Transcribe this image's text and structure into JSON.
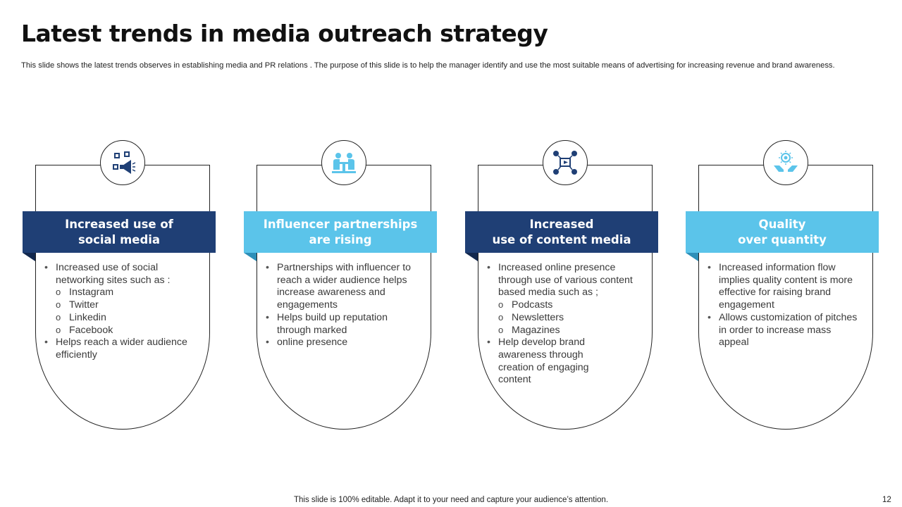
{
  "slide": {
    "title": "Latest trends in media outreach strategy",
    "subtitle": "This slide shows the latest trends observes in establishing media and PR relations . The purpose of this slide is to help the manager identify and use the most suitable means of advertising for increasing revenue and brand awareness.",
    "footer": "This slide is 100% editable. Adapt it to your need and capture your audience’s attention.",
    "page_number": "12"
  },
  "colors": {
    "dark_blue": "#1f3f75",
    "light_blue": "#5bc4ea"
  },
  "cards": [
    {
      "heading": "Increased use of\nsocial media",
      "icon": "social-media-megaphone-icon",
      "lines": [
        {
          "level": 1,
          "text": "Increased use of social networking sites such as :"
        },
        {
          "level": 2,
          "text": "Instagram"
        },
        {
          "level": 2,
          "text": "Twitter"
        },
        {
          "level": 2,
          "text": "Linkedin"
        },
        {
          "level": 2,
          "text": "Facebook"
        },
        {
          "level": 1,
          "text": "Helps reach a wider audience efficiently"
        }
      ]
    },
    {
      "heading": "Influencer partnerships\nare rising",
      "icon": "partnership-meeting-icon",
      "lines": [
        {
          "level": 1,
          "text": "Partnerships with influencer to reach a wider audience helps increase awareness and engagements"
        },
        {
          "level": 1,
          "text": "Helps build up reputation through marked"
        },
        {
          "level": 1,
          "text": "online presence"
        }
      ]
    },
    {
      "heading": "Increased\nuse of content media",
      "icon": "content-media-network-icon",
      "lines": [
        {
          "level": 1,
          "text": "Increased online presence through use of various content based media such as ;"
        },
        {
          "level": 2,
          "text": "Podcasts"
        },
        {
          "level": 2,
          "text": "Newsletters"
        },
        {
          "level": 2,
          "text": "Magazines"
        },
        {
          "level": 1,
          "text": "Help develop brand awareness through creation of engaging content"
        }
      ]
    },
    {
      "heading": "Quality\nover quantity",
      "icon": "quality-hands-icon",
      "lines": [
        {
          "level": 1,
          "text": "Increased information flow implies quality content is more effective for raising brand engagement"
        },
        {
          "level": 1,
          "text": "Allows customization of pitches in order to increase mass appeal"
        }
      ]
    }
  ]
}
